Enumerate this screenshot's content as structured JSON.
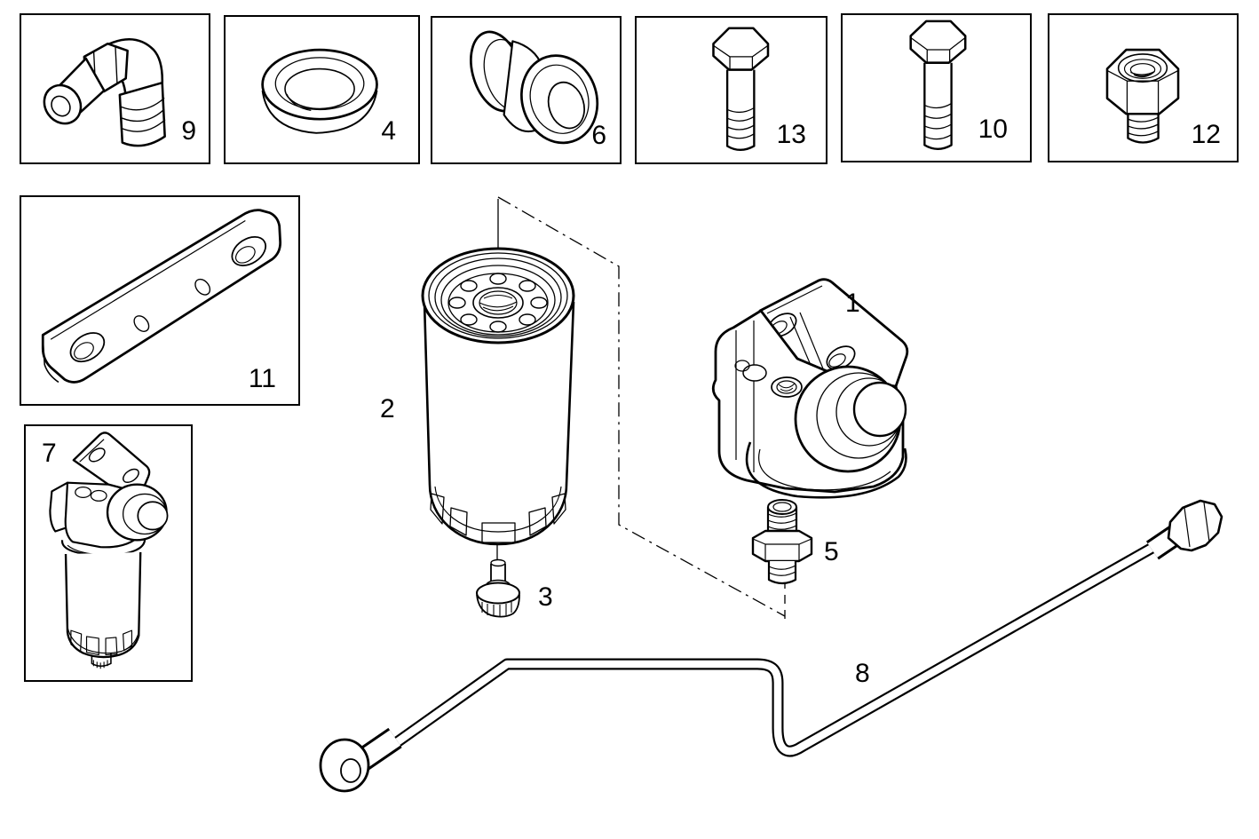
{
  "diagram": {
    "kind": "exploded-parts-diagram",
    "subject": "fuel filter and piping",
    "colors": {
      "background": "#ffffff",
      "line": "#000000"
    },
    "boxed_parts": {
      "elbow_fitting": {
        "label": "9"
      },
      "seal_ring": {
        "label": "4"
      },
      "bushing": {
        "label": "6"
      },
      "bolt_short": {
        "label": "13"
      },
      "bolt_long": {
        "label": "10"
      },
      "adapter_nut": {
        "label": "12"
      },
      "bracket": {
        "label": "11"
      },
      "filter_assembly": {
        "label": "7"
      }
    },
    "loose_parts": {
      "filter_head": {
        "label": "1"
      },
      "filter_cartridge": {
        "label": "2"
      },
      "drain_plug": {
        "label": "3"
      },
      "union_nipple": {
        "label": "5"
      },
      "fuel_pipe": {
        "label": "8"
      }
    }
  }
}
